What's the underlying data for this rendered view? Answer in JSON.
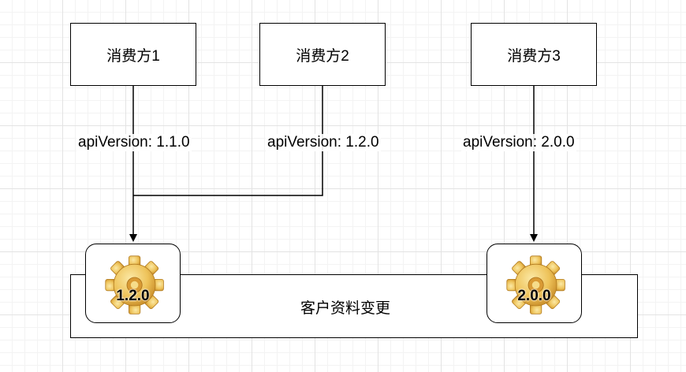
{
  "consumers": [
    {
      "label": "消费方1"
    },
    {
      "label": "消费方2"
    },
    {
      "label": "消费方3"
    }
  ],
  "edges": [
    {
      "label": "apiVersion: 1.1.0"
    },
    {
      "label": "apiVersion: 1.2.0"
    },
    {
      "label": "apiVersion: 2.0.0"
    }
  ],
  "service": {
    "label": "客户资料变更"
  },
  "versions": [
    {
      "label": "1.2.0",
      "icon": "gear-icon"
    },
    {
      "label": "2.0.0",
      "icon": "gear-icon"
    }
  ],
  "colors": {
    "gear_light": "#f6dc8a",
    "gear_dark": "#c78a26",
    "line": "#000000"
  }
}
